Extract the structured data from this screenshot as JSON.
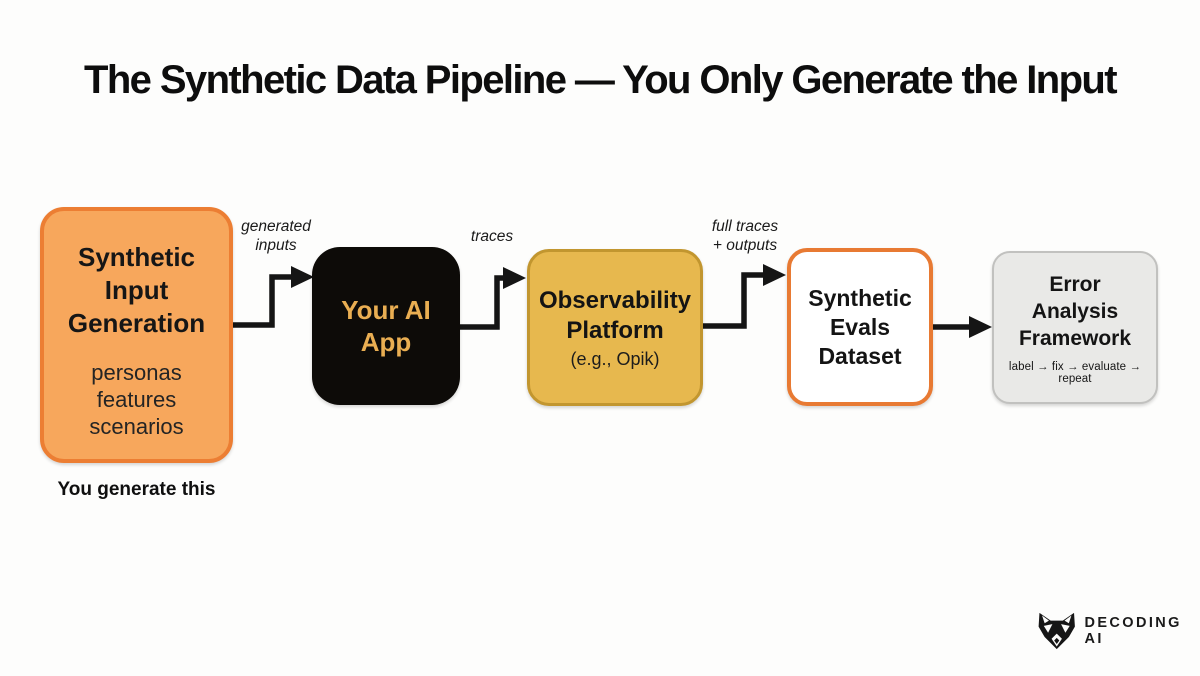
{
  "slide": {
    "title": "The Synthetic Data Pipeline — You Only Generate the Input",
    "annotation": "You generate this"
  },
  "boxes": {
    "synthetic_input": {
      "line1": "Synthetic",
      "line2": "Input",
      "line3": "Generation",
      "body1": "personas",
      "body2": "features",
      "body3": "scenarios"
    },
    "your_ai_app": {
      "line1": "Your AI",
      "line2": "App"
    },
    "observability": {
      "line1": "Observability",
      "line2": "Platform",
      "subtitle": "(e.g., Opik)"
    },
    "evals_dataset": {
      "line1": "Synthetic",
      "line2": "Evals",
      "line3": "Dataset"
    },
    "error_analysis": {
      "line1": "Error",
      "line2": "Analysis",
      "line3": "Framework",
      "subtitle": "label → fix → evaluate → repeat"
    }
  },
  "arrow_labels": {
    "generated_inputs": {
      "line1": "generated",
      "line2": "inputs"
    },
    "traces": {
      "line1": "traces"
    },
    "full_traces": {
      "line1": "full traces",
      "line2": "+ outputs"
    }
  },
  "logo": {
    "icon": "fox-head-icon",
    "text": "DECODING AI"
  },
  "colors": {
    "background": "#FDFDFC",
    "orange_fill": "#F7A75C",
    "orange_border": "#EC7E33",
    "black_fill": "#0D0B08",
    "gold_text": "#E9AE52",
    "yellow_fill": "#E7B84E",
    "yellow_border": "#C2962F",
    "white_box_border": "#E87A33",
    "gray_fill": "#E9E9E7",
    "gray_border": "#C1C1BF",
    "arrow": "#151515"
  }
}
